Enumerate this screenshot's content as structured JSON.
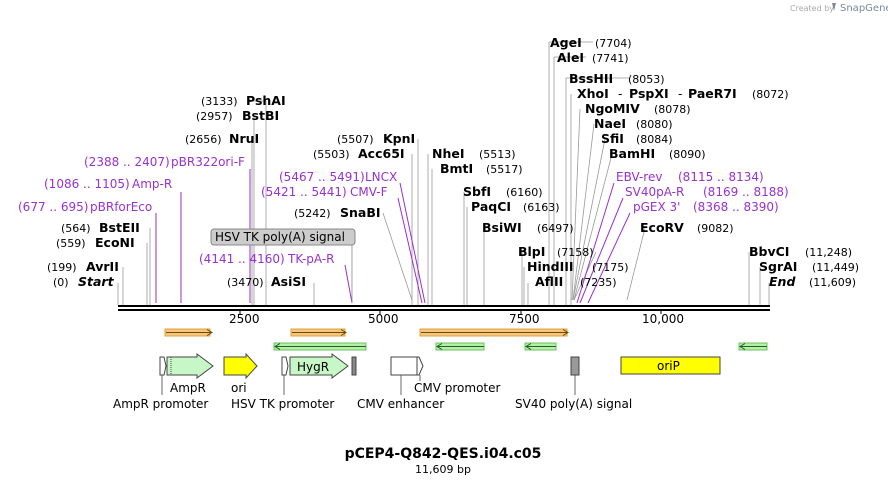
{
  "credit": {
    "text": "Created by",
    "brand": "SnapGene"
  },
  "title": "pCEP4-Q842-QES.i04.c05",
  "length": "11,609 bp",
  "ruler": [
    "2500",
    "5000",
    "7500",
    "10,000"
  ],
  "sites": [
    {
      "id": "agei",
      "name": "AgeI",
      "pos": "(7704)"
    },
    {
      "id": "alei",
      "name": "AleI",
      "pos": "(7741)"
    },
    {
      "id": "bsshii",
      "name": "BssHII",
      "pos": "(8053)"
    },
    {
      "id": "xhoi",
      "name": "XhoI",
      "sep1": "-",
      "name2": "PspXI",
      "sep2": "-",
      "name3": "PaeR7I",
      "pos": "(8072)"
    },
    {
      "id": "ngomiv",
      "name": "NgoMIV",
      "pos": "(8078)"
    },
    {
      "id": "naei",
      "name": "NaeI",
      "pos": "(8080)"
    },
    {
      "id": "sfii",
      "name": "SfiI",
      "pos": "(8084)"
    },
    {
      "id": "bamhi",
      "name": "BamHI",
      "pos": "(8090)"
    },
    {
      "id": "pshai",
      "name": "PshAI",
      "pos": "(3133)"
    },
    {
      "id": "bstbi",
      "name": "BstBI",
      "pos": "(2957)"
    },
    {
      "id": "nrui",
      "name": "NruI",
      "pos": "(2656)"
    },
    {
      "id": "kpni",
      "name": "KpnI",
      "pos": "(5507)"
    },
    {
      "id": "acc65i",
      "name": "Acc65I",
      "pos": "(5503)"
    },
    {
      "id": "nhei",
      "name": "NheI",
      "pos": "(5513)"
    },
    {
      "id": "bmti",
      "name": "BmtI",
      "pos": "(5517)"
    },
    {
      "id": "sbfi",
      "name": "SbfI",
      "pos": "(6160)"
    },
    {
      "id": "paqci",
      "name": "PaqCI",
      "pos": "(6163)"
    },
    {
      "id": "snabi",
      "name": "SnaBI",
      "pos": "(5242)"
    },
    {
      "id": "bsiwi",
      "name": "BsiWI",
      "pos": "(6497)"
    },
    {
      "id": "ecorv",
      "name": "EcoRV",
      "pos": "(9082)"
    },
    {
      "id": "bsteii",
      "name": "BstEII",
      "pos": "(564)"
    },
    {
      "id": "econi",
      "name": "EcoNI",
      "pos": "(559)"
    },
    {
      "id": "blpi",
      "name": "BlpI",
      "pos": "(7158)"
    },
    {
      "id": "hindiii",
      "name": "HindIII",
      "pos": "(7175)"
    },
    {
      "id": "afiii",
      "name": "AflII",
      "pos": "(7235)"
    },
    {
      "id": "avrii",
      "name": "AvrII",
      "pos": "(199)"
    },
    {
      "id": "start",
      "name": "Start",
      "pos": "(0)"
    },
    {
      "id": "asisi",
      "name": "AsiSI",
      "pos": "(3470)"
    },
    {
      "id": "bbvci",
      "name": "BbvCI",
      "pos": "(11,248)"
    },
    {
      "id": "sgrai",
      "name": "SgrAI",
      "pos": "(11,449)"
    },
    {
      "id": "end",
      "name": "End",
      "pos": "(11,609)"
    }
  ],
  "primers": [
    {
      "id": "pbr322ori",
      "range": "(2388 .. 2407)",
      "name": "pBR322ori-F"
    },
    {
      "id": "ampr",
      "range": "(1086 .. 1105)",
      "name": "Amp-R"
    },
    {
      "id": "pbrforeco",
      "range": "(677 .. 695)",
      "name": "pBRforEco"
    },
    {
      "id": "lncx",
      "range": "(5467 .. 5491)",
      "name": "LNCX"
    },
    {
      "id": "cmvf",
      "range": "(5421 .. 5441)",
      "name": "CMV-F"
    },
    {
      "id": "tkpa",
      "range": "(4141 .. 4160)",
      "name": "TK-pA-R"
    },
    {
      "id": "ebvrev",
      "name": "EBV-rev",
      "range": "(8115 .. 8134)"
    },
    {
      "id": "sv40par",
      "name": "SV40pA-R",
      "range": "(8169 .. 8188)"
    },
    {
      "id": "pgex3",
      "name": "pGEX 3'",
      "range": "(8368 .. 8390)"
    }
  ],
  "hsv_box": "HSV TK poly(A) signal",
  "features": {
    "ampr": "AmpR",
    "ampr_promoter": "AmpR promoter",
    "ori": "ori",
    "hsv_promoter": "HSV TK promoter",
    "hygr": "HygR",
    "cmv_enhancer": "CMV enhancer",
    "cmv_promoter": "CMV promoter",
    "sv40": "SV40 poly(A) signal",
    "orip": "oriP"
  },
  "colors": {
    "primer": "#9932cc",
    "orange": "#f5c77e",
    "green": "#b5f0a8",
    "yellow": "#ffff00",
    "hygr": "#c7f7c7",
    "gray": "#888888"
  }
}
